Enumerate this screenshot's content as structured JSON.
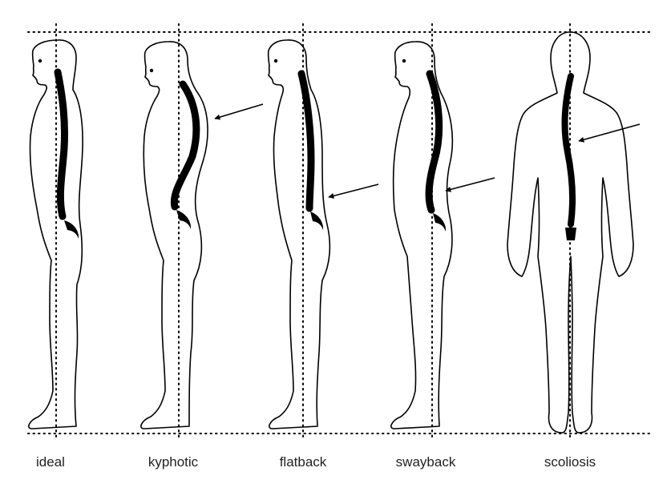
{
  "figures": [
    {
      "label": "ideal",
      "arrow": false
    },
    {
      "label": "kyphotic",
      "arrow": true
    },
    {
      "label": "flatback",
      "arrow": true
    },
    {
      "label": "swayback",
      "arrow": true
    },
    {
      "label": "scoliosis",
      "arrow": true
    }
  ],
  "colors": {
    "outline": "#000000",
    "spine": "#000000",
    "background": "#ffffff"
  }
}
